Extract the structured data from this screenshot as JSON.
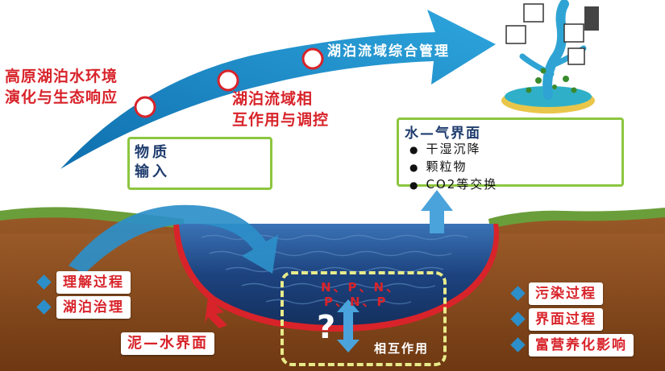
{
  "top_left_title": [
    "高原湖泊水环境",
    "演化与生态响应"
  ],
  "arrow_label_1": [
    "湖泊流域相",
    "互作用与调控"
  ],
  "arrow_label_2": "湖泊流域综合管理",
  "material_input": [
    "物质",
    "输入"
  ],
  "water_air": {
    "title": "水—气界面",
    "items": [
      "干湿沉降",
      "颗粒物",
      "CO2等交换"
    ]
  },
  "left_pills": [
    "理解过程",
    "湖泊治理"
  ],
  "mud_water": "泥—水界面",
  "right_pills": [
    "污染过程",
    "界面过程",
    "富营养化影响"
  ],
  "nutrients": [
    "N、P、N、",
    "P、N、P"
  ],
  "question": "?",
  "interaction": "相互作用",
  "colors": {
    "arrow_blue": "#1f8fc8",
    "red_text": "#d8232a",
    "green_border": "#8cc63f",
    "soil": "#8a4a1a",
    "water": "#1b3f7a"
  }
}
